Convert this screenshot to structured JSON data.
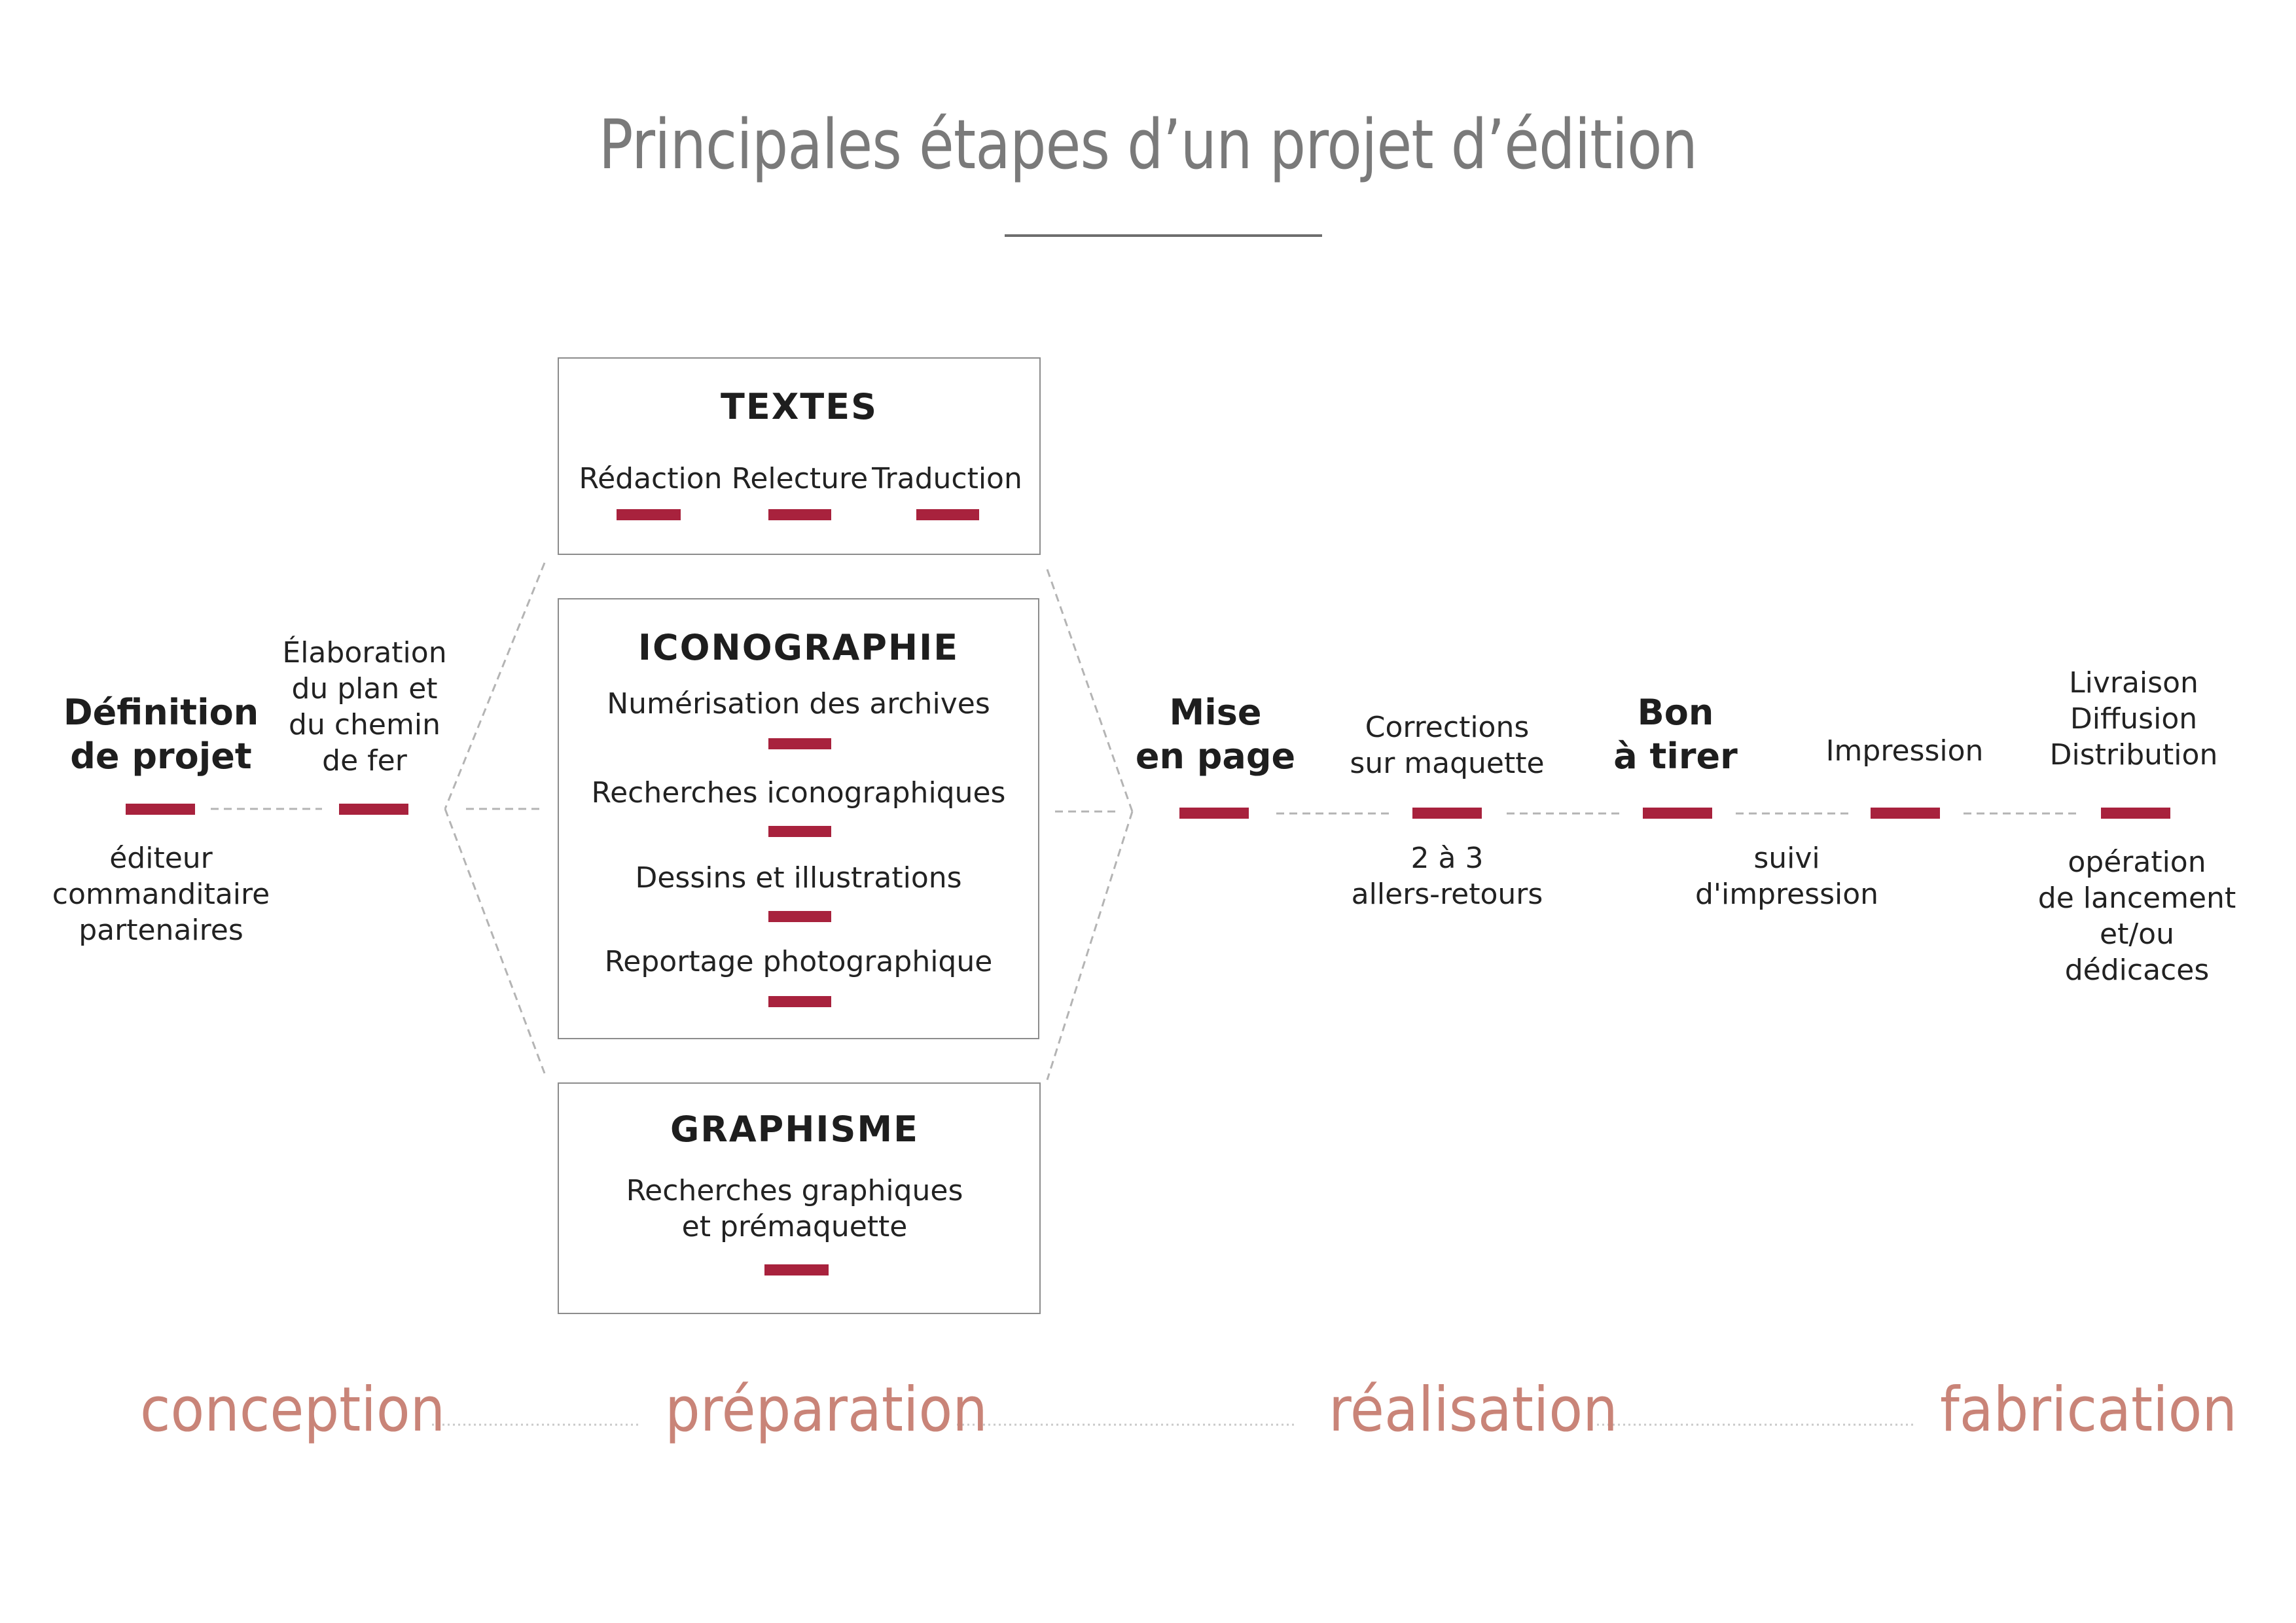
{
  "title": "Principales étapes d’un projet d’édition",
  "colors": {
    "accent": "#a8223d",
    "phase": "#c98478",
    "title": "#7a7a7a",
    "frame": "#8c8c8c",
    "dash": "#b4b4b4"
  },
  "conception": {
    "definition": {
      "title": "Définition de projet",
      "line1": "Définition",
      "line2": "de projet",
      "note1": "éditeur",
      "note2": "commanditaire",
      "note3": "partenaires"
    },
    "elaboration": {
      "line1": "Élaboration",
      "line2": "du plan et",
      "line3": "du chemin",
      "line4": "de fer"
    }
  },
  "preparation": {
    "textes": {
      "heading": "TEXTES",
      "steps": [
        "Rédaction",
        "Relecture",
        "Traduction"
      ]
    },
    "iconographie": {
      "heading": "ICONOGRAPHIE",
      "steps": [
        "Numérisation des archives",
        "Recherches iconographiques",
        "Dessins et illustrations",
        "Reportage photographique"
      ]
    },
    "graphisme": {
      "heading": "GRAPHISME",
      "line1": "Recherches graphiques",
      "line2": "et prémaquette"
    }
  },
  "realisation": {
    "mise_en_page": {
      "line1": "Mise",
      "line2": "en page"
    },
    "corrections": {
      "line1": "Corrections",
      "line2": "sur maquette",
      "note1": "2 à 3",
      "note2": "allers-retours"
    },
    "bon_a_tirer": {
      "line1": "Bon",
      "line2": "à tirer"
    }
  },
  "fabrication": {
    "impression": {
      "label": "Impression",
      "note1": "suivi",
      "note2": "d'impression"
    },
    "livraison": {
      "line1": "Livraison",
      "line2": "Diffusion",
      "line3": "Distribution",
      "note1": "opération",
      "note2": "de lancement",
      "note3": "et/ou",
      "note4": "dédicaces"
    }
  },
  "phases": [
    "conception",
    "préparation",
    "réalisation",
    "fabrication"
  ]
}
